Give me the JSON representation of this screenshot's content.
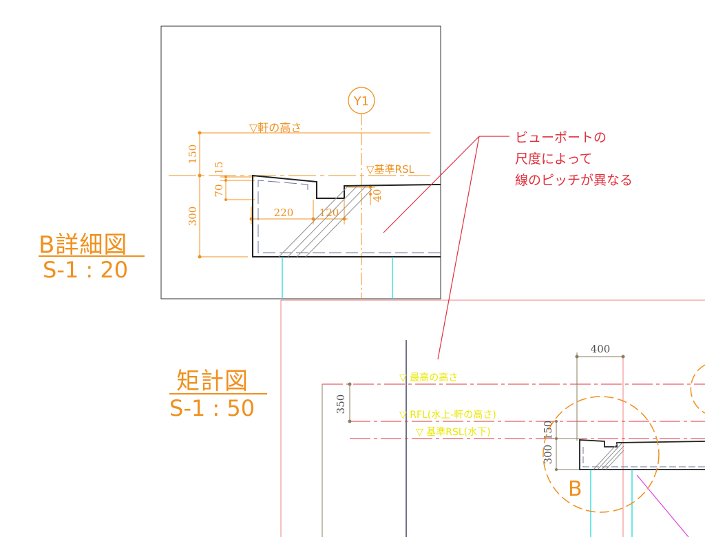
{
  "colors": {
    "orange": "#F0901E",
    "red": "#E0303C",
    "yellow": "#E8E800",
    "cyan": "#22D8D8",
    "black": "#202020",
    "gray": "#707070",
    "dimgray": "#8a7e60",
    "hatch": "#909090",
    "navy": "#6870A0",
    "magenta": "#E040E0",
    "pink": "#F08080"
  },
  "detail_b": {
    "grid_label": "Y1",
    "eaves_height": "▽軒の高さ",
    "base_rsl": "▽基準RSL",
    "dims": {
      "d150": "150",
      "d15": "15",
      "d70": "70",
      "d300": "300",
      "d220": "220",
      "d120": "120",
      "d40": "40"
    }
  },
  "title_b": {
    "name": "B詳細図",
    "scale": "S-1 : 20"
  },
  "annotation": {
    "lines": [
      "ビューポートの",
      "尺度によって",
      "線のピッチが異なる"
    ]
  },
  "title_section": {
    "name": "矩計図",
    "scale": "S-1 : 50"
  },
  "section": {
    "level_max": "▽ 最高の高さ",
    "level_rfl": "▽ RFL(水上-軒の高さ)",
    "level_rsl": "▽ 基準RSL(水下)",
    "dims": {
      "d400": "400",
      "d350": "350",
      "d150": "150",
      "d300": "300"
    },
    "callout_label": "B"
  }
}
